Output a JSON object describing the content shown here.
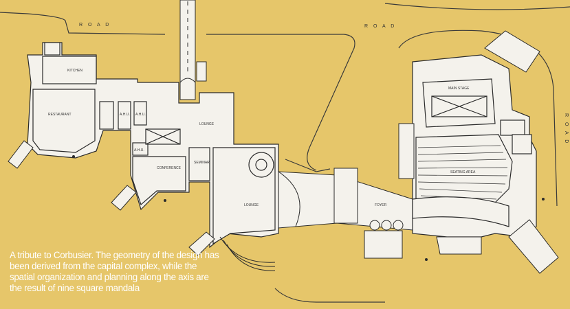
{
  "roads": [
    "R O A D",
    "R O A D",
    "R O A D"
  ],
  "labels": {
    "kitchen": "KITCHEN",
    "restaurant": "RESTAURANT",
    "lounge": "LOUNGE",
    "conference": "CONFERENCE",
    "seminar": "SEMINAR",
    "lounge2": "LOUNGE",
    "main_stage": "MAIN STAGE",
    "seating_area": "SEATING AREA",
    "foyer": "FOYER",
    "ahu1": "A.H.U.",
    "ahu2": "A.H.U.",
    "ahu3": "A.H.U."
  },
  "caption": [
    "A tribute to Corbusier. The geometry of the design has",
    "been derived from the capital complex, while the",
    "spatial organization and planning along the axis are",
    "the result of nine square mandala"
  ],
  "colors": {
    "background": "#e6c66a",
    "building_fill": "#f4f2ec",
    "line": "#2a2a2a",
    "caption": "#ffffff"
  }
}
